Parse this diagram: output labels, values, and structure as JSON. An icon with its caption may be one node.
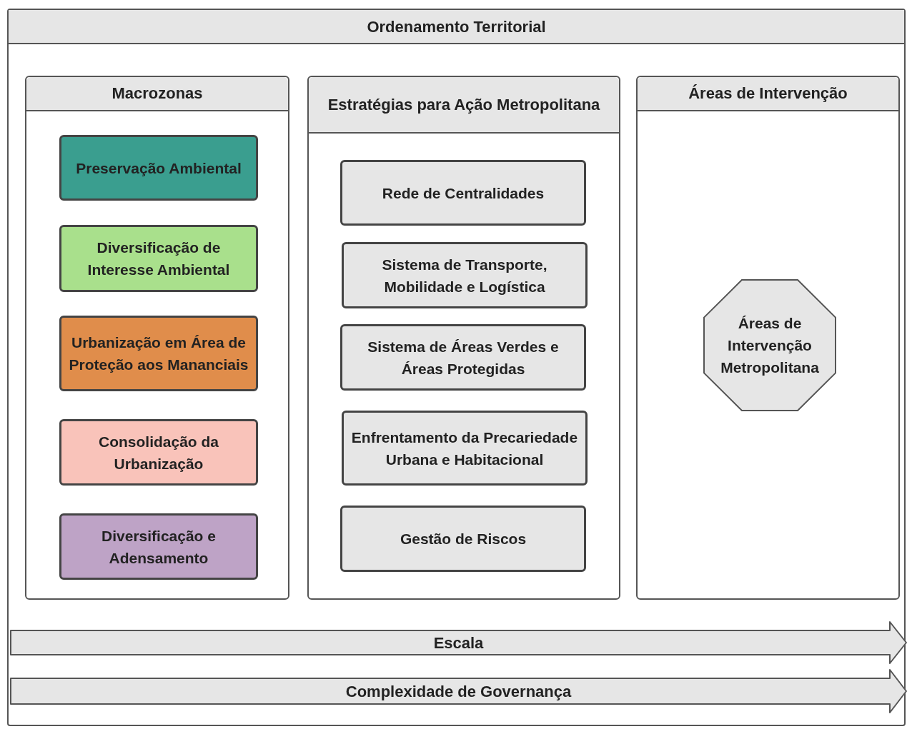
{
  "diagram": {
    "nodes": [
      {
        "text": [
          "Ordenamento Territorial"
        ]
      },
      {
        "text": [
          "Macrozonas"
        ],
        "in": 0
      },
      {
        "text": [
          "Preservação Ambiental"
        ],
        "in": 1
      },
      {
        "text": [
          "Diversificação de Interesse Ambiental"
        ],
        "in": 1
      },
      {
        "text": [
          "Urbanização em Área de Proteção aos Mananciais"
        ],
        "in": 1
      },
      {
        "text": [
          "Consolidação da Urbanização"
        ],
        "in": 1
      },
      {
        "text": [
          "Diversificação e Adensamento"
        ],
        "in": 1
      },
      {
        "text": [
          "Estratégias para Ação Metropolitana"
        ],
        "in": 0
      },
      {
        "text": [
          "Rede de Centralidades"
        ],
        "in": 7
      },
      {
        "text": [
          "Sistema de Transporte, Mobilidade e Logística"
        ],
        "in": 7
      },
      {
        "text": [
          "Sistema de Áreas Verdes e Áreas Protegidas"
        ],
        "in": 7
      },
      {
        "text": [
          "Enfrentamento da Precariedade Urbana e Habitacional"
        ],
        "in": 7
      },
      {
        "text": [
          "Gestão de Riscos"
        ],
        "in": 7
      },
      {
        "text": [
          "Áreas de Intervenção"
        ],
        "in": 0
      },
      {
        "text": [
          "Áreas de Intervenção Metropolitana"
        ],
        "in": 13
      },
      {
        "text": [
          "Escala"
        ],
        "in": 0
      },
      {
        "text": [
          "Complexidade de Governança"
        ],
        "in": 0
      }
    ],
    "edges": []
  }
}
